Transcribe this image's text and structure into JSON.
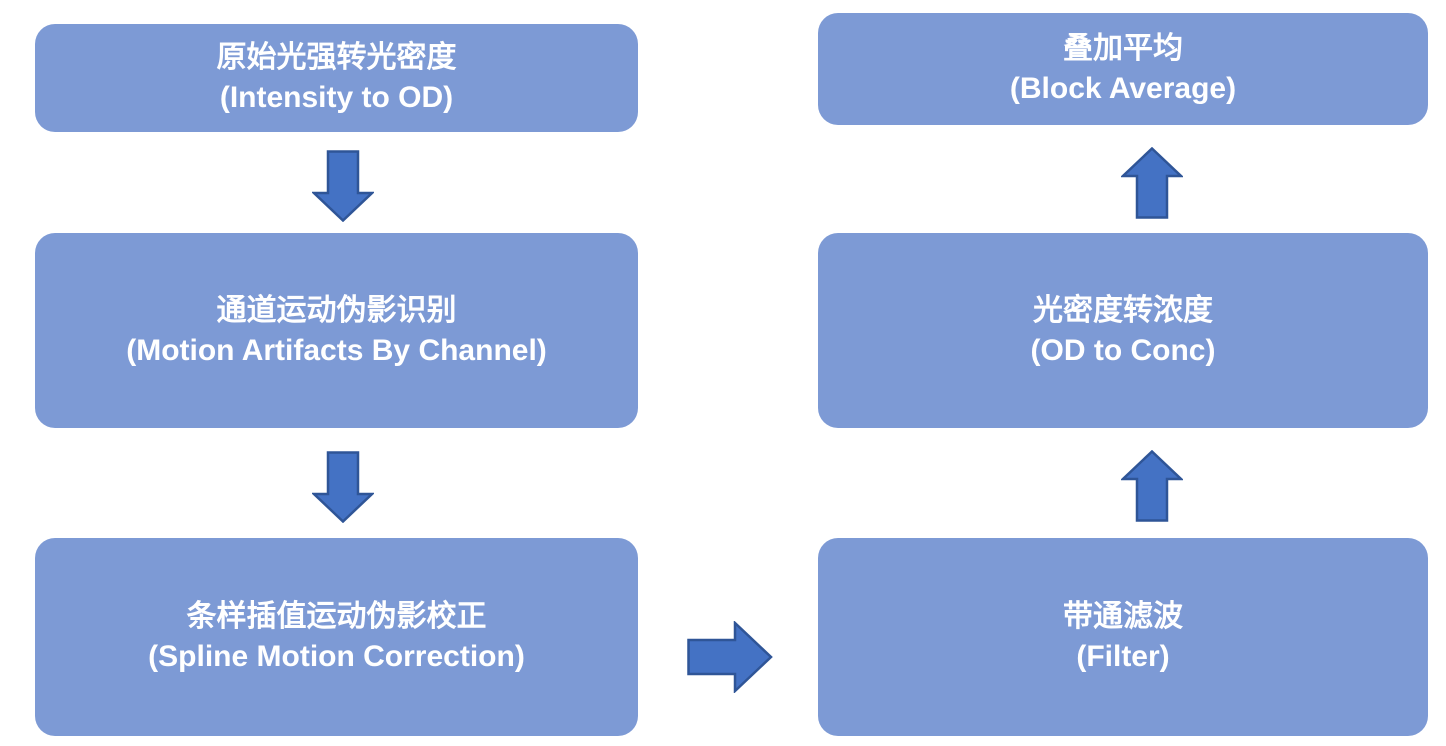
{
  "diagram": {
    "type": "flowchart",
    "description": "fNIRS signal processing pipeline, left column flows downward, then right column flows upward"
  },
  "nodes": [
    {
      "id": "intensity-to-od",
      "title": "原始光强转光密度",
      "subtitle": "(Intensity to OD)"
    },
    {
      "id": "motion-artifacts",
      "title": "通道运动伪影识别",
      "subtitle": "(Motion Artifacts By Channel)"
    },
    {
      "id": "spline-correction",
      "title": "条样插值运动伪影校正",
      "subtitle": "(Spline Motion Correction)"
    },
    {
      "id": "bandpass-filter",
      "title": "带通滤波",
      "subtitle": "(Filter)"
    },
    {
      "id": "od-to-conc",
      "title": "光密度转浓度",
      "subtitle": "(OD to Conc)"
    },
    {
      "id": "block-average",
      "title": "叠加平均",
      "subtitle": "(Block Average)"
    }
  ],
  "arrows": [
    {
      "from": "intensity-to-od",
      "to": "motion-artifacts",
      "direction": "down"
    },
    {
      "from": "motion-artifacts",
      "to": "spline-correction",
      "direction": "down"
    },
    {
      "from": "spline-correction",
      "to": "bandpass-filter",
      "direction": "right"
    },
    {
      "from": "bandpass-filter",
      "to": "od-to-conc",
      "direction": "up"
    },
    {
      "from": "od-to-conc",
      "to": "block-average",
      "direction": "up"
    }
  ],
  "colors": {
    "node_fill": "#7D9AD5",
    "arrow_fill": "#4472C4",
    "arrow_stroke": "#2F5597",
    "text": "#FFFFFF",
    "background": "#FFFFFF"
  }
}
